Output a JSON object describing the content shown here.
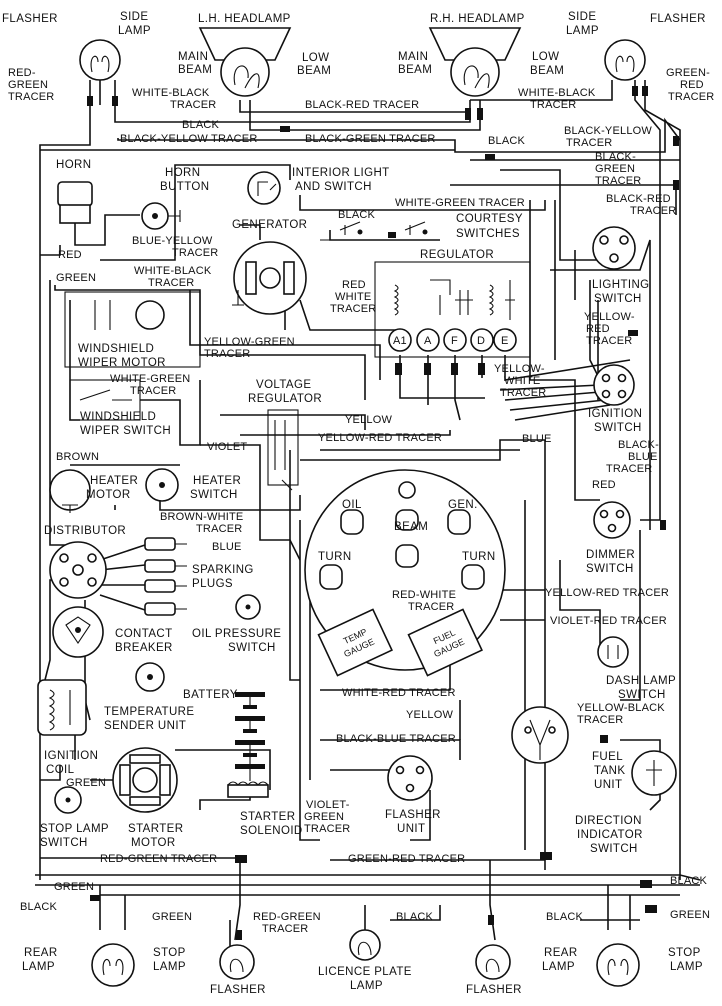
{
  "components": {
    "flasher_lf": "FLASHER",
    "side_lamp_l": [
      "SIDE",
      "LAMP"
    ],
    "lh_headlamp": "L.H. HEADLAMP",
    "main_beam_l": [
      "MAIN",
      "BEAM"
    ],
    "low_beam_l": [
      "LOW",
      "BEAM"
    ],
    "rh_headlamp": "R.H. HEADLAMP",
    "main_beam_r": [
      "MAIN",
      "BEAM"
    ],
    "low_beam_r": [
      "LOW",
      "BEAM"
    ],
    "side_lamp_r": [
      "SIDE",
      "LAMP"
    ],
    "flasher_rf": "FLASHER",
    "horn": "HORN",
    "horn_button": [
      "HORN",
      "BUTTON"
    ],
    "interior_light": [
      "INTERIOR LIGHT",
      "AND SWITCH"
    ],
    "courtesy_switches": [
      "COURTESY",
      "SWITCHES"
    ],
    "generator": "GENERATOR",
    "regulator": "REGULATOR",
    "lighting_switch": [
      "LIGHTING",
      "SWITCH"
    ],
    "windshield_wiper_motor": [
      "WINDSHIELD",
      "WIPER MOTOR"
    ],
    "windshield_wiper_switch": [
      "WINDSHIELD",
      "WIPER SWITCH"
    ],
    "voltage_regulator": [
      "VOLTAGE",
      "REGULATOR"
    ],
    "ignition_switch": [
      "IGNITION",
      "SWITCH"
    ],
    "heater_motor": [
      "HEATER",
      "MOTOR"
    ],
    "heater_switch": [
      "HEATER",
      "SWITCH"
    ],
    "distributor": "DISTRIBUTOR",
    "sparking_plugs": [
      "SPARKING",
      "PLUGS"
    ],
    "dimmer_switch": [
      "DIMMER",
      "SWITCH"
    ],
    "contact_breaker": [
      "CONTACT",
      "BREAKER"
    ],
    "oil_pressure_switch": [
      "OIL PRESSURE",
      "SWITCH"
    ],
    "dash_lamp_switch": [
      "DASH LAMP",
      "SWITCH"
    ],
    "battery": "BATTERY",
    "temperature_sender": [
      "TEMPERATURE",
      "SENDER UNIT"
    ],
    "ignition_coil": [
      "IGNITION",
      "COIL"
    ],
    "fuel_tank_unit": [
      "FUEL",
      "TANK",
      "UNIT"
    ],
    "stop_lamp_switch": [
      "STOP LAMP",
      "SWITCH"
    ],
    "starter_motor": [
      "STARTER",
      "MOTOR"
    ],
    "starter_solenoid": [
      "STARTER",
      "SOLENOID"
    ],
    "flasher_unit": [
      "FLASHER",
      "UNIT"
    ],
    "direction_indicator_switch": [
      "DIRECTION",
      "INDICATOR",
      "SWITCH"
    ],
    "rear_lamp_l": [
      "REAR",
      "LAMP"
    ],
    "stop_lamp_l": [
      "STOP",
      "LAMP"
    ],
    "flasher_lr": "FLASHER",
    "licence_plate_lamp": [
      "LICENCE PLATE",
      "LAMP"
    ],
    "flasher_rr": "FLASHER",
    "rear_lamp_r": [
      "REAR",
      "LAMP"
    ],
    "stop_lamp_r": [
      "STOP",
      "LAMP"
    ]
  },
  "instrument": {
    "oil": "OIL",
    "beam": "BEAM",
    "gen": "GEN.",
    "turn_l": "TURN",
    "turn_r": "TURN",
    "temp_gauge": [
      "TEMP",
      "GAUGE"
    ],
    "fuel_gauge": [
      "FUEL",
      "GAUGE"
    ]
  },
  "regulator_terminals": [
    "A1",
    "A",
    "F",
    "D",
    "E"
  ],
  "wires": {
    "red_green_tracer_l": [
      "RED-",
      "GREEN",
      "TRACER"
    ],
    "white_black_tracer_top": [
      "WHITE-BLACK",
      "TRACER"
    ],
    "black_top": "BLACK",
    "black_red_tracer_top": "BLACK-RED TRACER",
    "white_black_tracer_r": [
      "WHITE-BLACK",
      "TRACER"
    ],
    "green_red_tracer_r": [
      "GREEN-",
      "RED",
      "TRACER"
    ],
    "black_yellow_tracer_l": "BLACK-YELLOW TRACER",
    "black_green_tracer_top": "BLACK-GREEN TRACER",
    "black_r": "BLACK",
    "black_yellow_tracer_r": [
      "BLACK-YELLOW",
      "TRACER"
    ],
    "black_green_tracer_r": [
      "BLACK-",
      "GREEN",
      "TRACER"
    ],
    "black_red_tracer_r": [
      "BLACK-RED",
      "TRACER"
    ],
    "white_green_tracer_int": "WHITE-GREEN TRACER",
    "black_courtesy": "BLACK",
    "blue_yellow_tracer": [
      "BLUE-YELLOW",
      "TRACER"
    ],
    "red_l": "RED",
    "green_l": "GREEN",
    "white_black_tracer_wiper": [
      "WHITE-BLACK",
      "TRACER"
    ],
    "red_white_tracer_gen": [
      "RED",
      "WHITE",
      "TRACER"
    ],
    "yellow_red_tracer_ls": [
      "YELLOW-",
      "RED",
      "TRACER"
    ],
    "yellow_green_tracer": [
      "YELLOW-GREEN",
      "TRACER"
    ],
    "white_green_tracer_wiper": [
      "WHITE-GREEN",
      "TRACER"
    ],
    "yellow_white_tracer": [
      "YELLOW-",
      "WHITE",
      "TRACER"
    ],
    "yellow_mid": "YELLOW",
    "yellow_red_tracer_mid": "YELLOW-RED TRACER",
    "blue_mid": "BLUE",
    "black_blue_tracer": [
      "BLACK-",
      "BLUE",
      "TRACER"
    ],
    "violet": "VIOLET",
    "brown": "BROWN",
    "brown_white_tracer": [
      "BROWN-WHITE",
      "TRACER"
    ],
    "red_dimmer": "RED",
    "blue_dist": "BLUE",
    "red_white_tracer_inst": [
      "RED-WHITE",
      "TRACER"
    ],
    "yellow_red_tracer_r": "YELLOW-RED TRACER",
    "violet_red_tracer": "VIOLET-RED TRACER",
    "white_red_tracer": "WHITE-RED TRACER",
    "yellow_fuel": "YELLOW",
    "yellow_black_tracer": [
      "YELLOW-BLACK",
      "TRACER"
    ],
    "black_blue_tracer_batt": "BLACK-BLUE TRACER",
    "green_coil": "GREEN",
    "violet_green_tracer": [
      "VIOLET-",
      "GREEN",
      "TRACER"
    ],
    "red_green_tracer_bot": "RED-GREEN TRACER",
    "green_red_tracer_bot": "GREEN-RED TRACER",
    "green_bot": "GREEN",
    "black_bot_r": "BLACK",
    "black_bot_l": "BLACK",
    "green_bot_l": "GREEN",
    "red_green_tracer_rear": [
      "RED-GREEN",
      "TRACER"
    ],
    "black_plate": "BLACK",
    "black_rear_r": "BLACK",
    "green_rear_r": "GREEN"
  }
}
